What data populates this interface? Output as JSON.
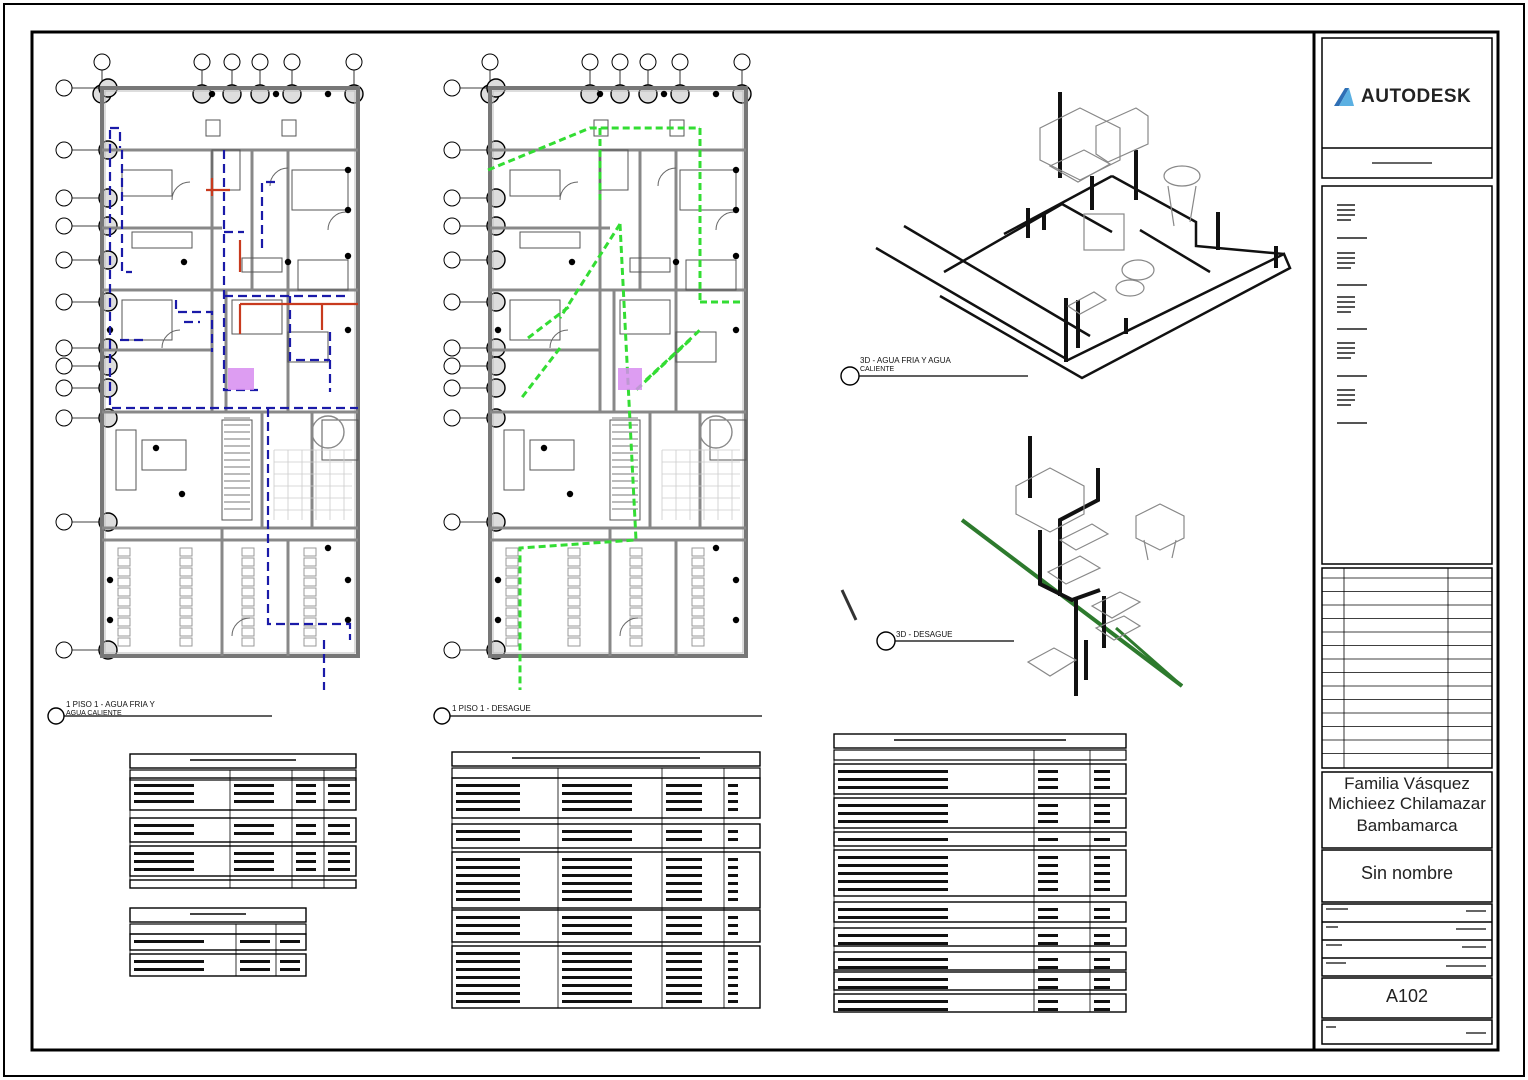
{
  "title_block": {
    "brand": "AUTODESK",
    "project_name_line1": "Familia Vásquez",
    "project_name_line2": "Michieez Chilamazar",
    "project_name_line3": "Bambamarca",
    "sheet_name": "Sin nombre",
    "sheet_number": "A102"
  },
  "views": {
    "v1_title": "1 PISO 1 - AGUA FRIA Y",
    "v1_sub": "AGUA CALIENTE",
    "v2_title": "1 PISO 1 - DESAGUE",
    "v3_title": "3D - AGUA FRIA Y AGUA",
    "v3_sub": "CALIENTE",
    "v4_title": "3D - DESAGUE"
  },
  "colors": {
    "cold_water": "#1a1aa8",
    "hot_water": "#c83a1e",
    "drain": "#33dd33",
    "magenta_fixture": "#d78cf0"
  }
}
